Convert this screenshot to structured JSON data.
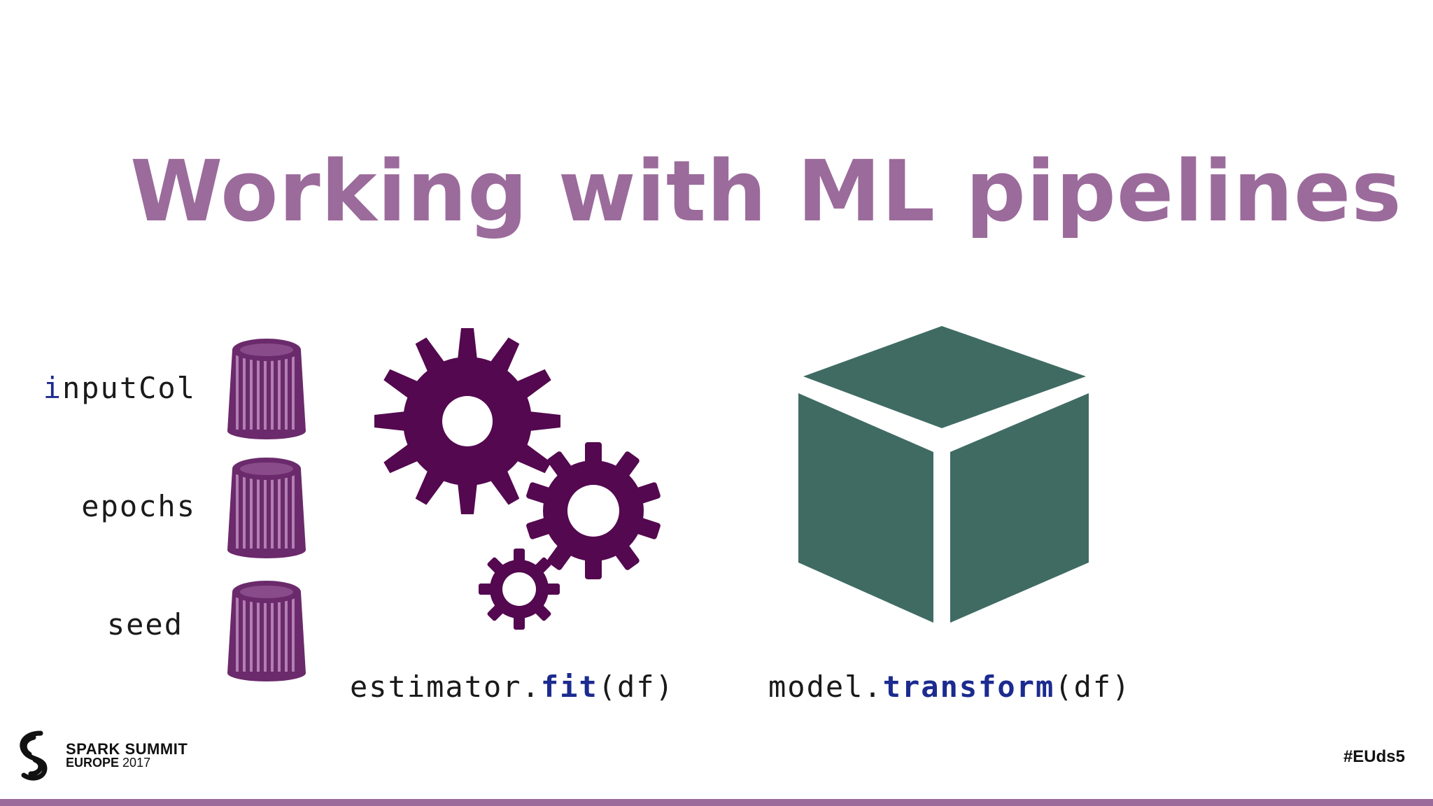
{
  "slide": {
    "title": "Working with ML pipelines",
    "params": [
      {
        "first": "i",
        "rest": "nputCol"
      },
      {
        "first": "",
        "rest": "epochs"
      },
      {
        "first": "",
        "rest": "seed"
      }
    ],
    "fit_call": {
      "prefix": "estimator.",
      "method": "fit",
      "suffix": "(df)"
    },
    "transform_call": {
      "prefix": "model.",
      "method": "transform",
      "suffix": "(df)"
    },
    "icons": {
      "knob": "knob-icon",
      "gears": "gears-icon",
      "cube": "cube-icon"
    },
    "colors": {
      "title": "#9b6b9b",
      "knob": "#6b2a6b",
      "gear": "#53084f",
      "cube": "#3f6b63",
      "keyword": "#1c2b8f"
    }
  },
  "footer": {
    "logo_line1": "SPARK SUMMIT",
    "logo_line2": "EUROPE",
    "logo_year": "2017",
    "hashtag": "#EUds5"
  }
}
